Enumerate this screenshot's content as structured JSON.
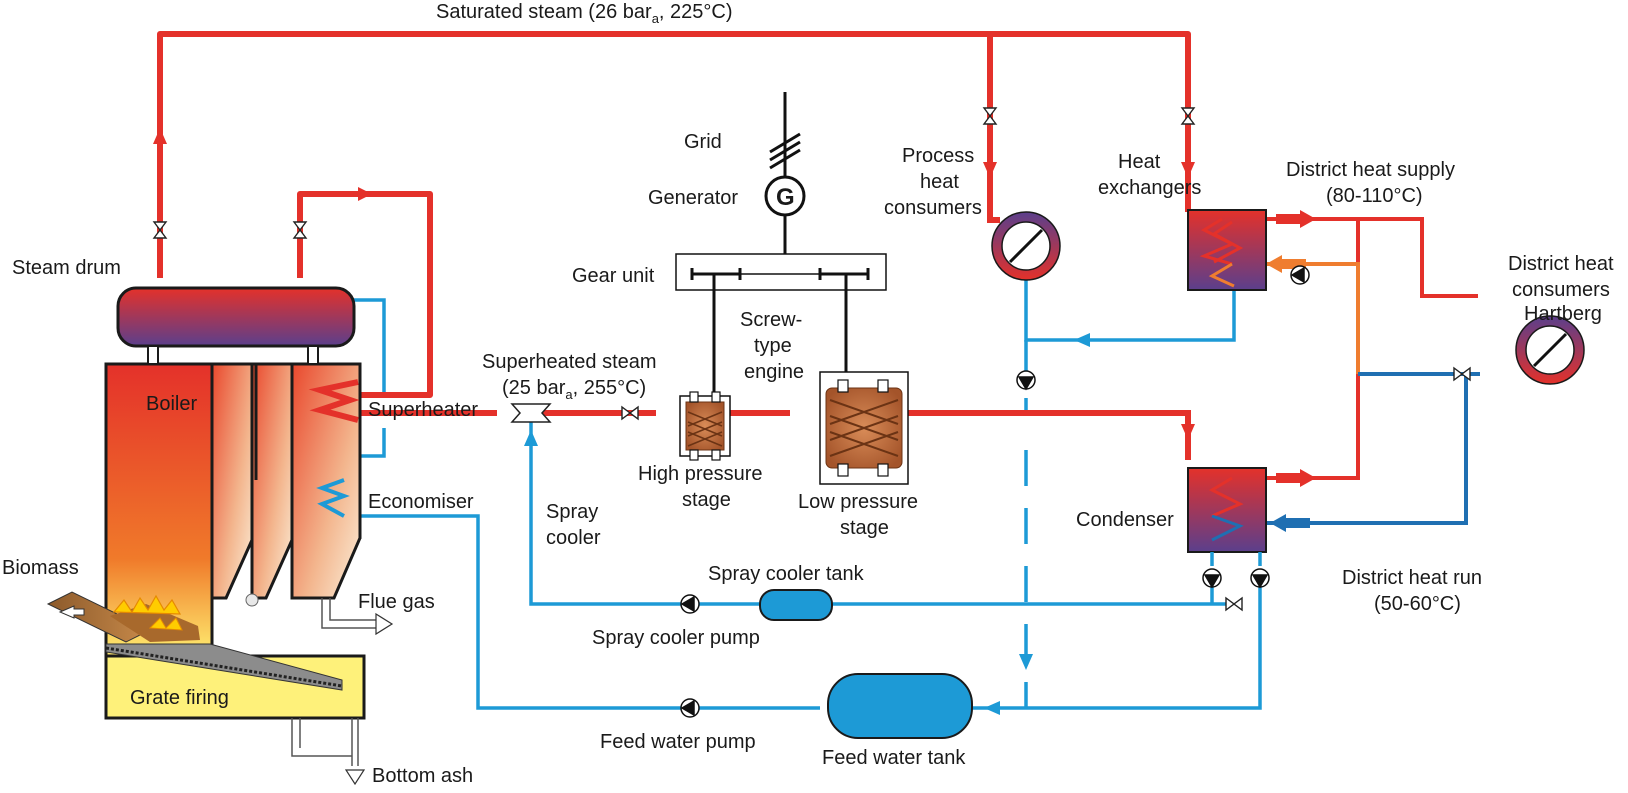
{
  "labels": {
    "saturated_steam": "Saturated steam (26 bar",
    "saturated_steam_sub": "a",
    "saturated_steam_end": ", 225°C)",
    "steam_drum": "Steam drum",
    "boiler": "Boiler",
    "superheater": "Superheater",
    "economiser": "Economiser",
    "biomass": "Biomass",
    "grate_firing": "Grate firing",
    "flue_gas": "Flue gas",
    "bottom_ash": "Bottom ash",
    "grid": "Grid",
    "generator": "Generator",
    "generator_symbol": "G",
    "gear_unit": "Gear unit",
    "screw_type_engine": [
      "Screw-",
      "type",
      "engine"
    ],
    "superheated_steam": "Superheated steam",
    "superheated_steam_2": "(25 bar",
    "superheated_steam_sub": "a",
    "superheated_steam_end": ", 255°C)",
    "high_pressure_stage": [
      "High pressure",
      "stage"
    ],
    "low_pressure_stage": [
      "Low pressure",
      "stage"
    ],
    "spray_cooler": [
      "Spray",
      "cooler"
    ],
    "spray_cooler_tank": "Spray cooler tank",
    "spray_cooler_pump": "Spray cooler pump",
    "feed_water_pump": "Feed water pump",
    "feed_water_tank": "Feed water tank",
    "process_heat_consumers": [
      "Process",
      "heat",
      "consumers"
    ],
    "heat_exchangers": [
      "Heat",
      "exchangers"
    ],
    "district_heat_supply": [
      "District heat supply",
      "(80-110°C)"
    ],
    "district_heat_consumers": [
      "District heat",
      "consumers",
      "Hartberg"
    ],
    "condenser": "Condenser",
    "district_heat_run": [
      "District heat run",
      "(50-60°C)"
    ]
  },
  "colors": {
    "steam_red": "#e4312a",
    "water_blue": "#1d9ad6",
    "return_blue": "#1f6fb2",
    "return_orange": "#ef7d2f",
    "boiler_yellow": "#fef17a",
    "purple": "#5b3f8c",
    "screw_brown": "#c0693a"
  }
}
